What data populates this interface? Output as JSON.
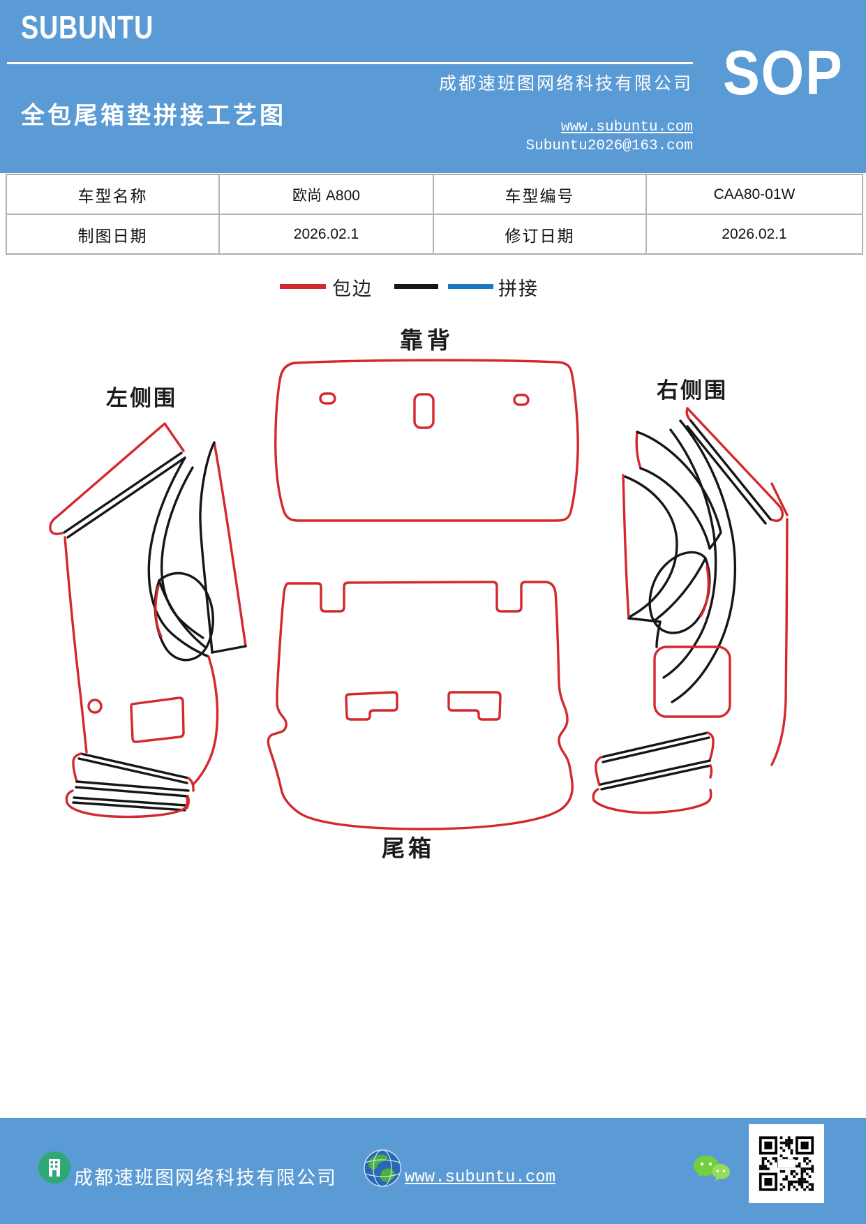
{
  "header": {
    "logo": "SUBUNTU",
    "company": "成都速班图网络科技有限公司",
    "title": "全包尾箱垫拼接工艺图",
    "sop": "SOP",
    "website": "www.subuntu.com",
    "email": "Subuntu2026@163.com"
  },
  "info_table": {
    "rows": [
      {
        "label1": "车型名称",
        "value1": "欧尚 A800",
        "label2": "车型编号",
        "value2": "CAA80-01W"
      },
      {
        "label1": "制图日期",
        "value1": "2026.02.1",
        "label2": "修订日期",
        "value2": "2026.02.1"
      }
    ]
  },
  "legend": {
    "edge_label": "包边",
    "splice_label": "拼接",
    "edge_color": "#d2282e",
    "splice_black": "#161616",
    "splice_blue": "#1779c2"
  },
  "diagram": {
    "labels": {
      "backrest": "靠背",
      "left_side": "左侧围",
      "right_side": "右侧围",
      "trunk": "尾箱"
    }
  },
  "footer": {
    "company": "成都速班图网络科技有限公司",
    "website": "www.subuntu.com"
  },
  "colors": {
    "band_blue": "#5b9bd5"
  }
}
